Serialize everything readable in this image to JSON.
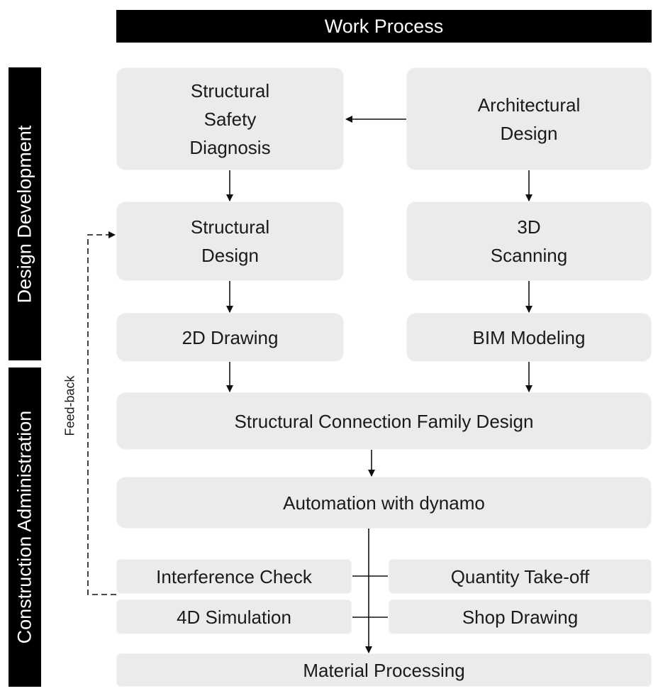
{
  "header": {
    "title": "Work Process"
  },
  "phases": {
    "design_development": "Design Development",
    "construction_administration": "Construction Administration"
  },
  "nodes": {
    "structural_safety_diagnosis": [
      "Structural",
      "Safety",
      "Diagnosis"
    ],
    "architectural_design": [
      "Architectural",
      "Design"
    ],
    "structural_design": [
      "Structural",
      "Design"
    ],
    "scanning_3d": [
      "3D",
      "Scanning"
    ],
    "drawing_2d": "2D Drawing",
    "bim_modeling": "BIM Modeling",
    "structural_connection_family_design": "Structural Connection Family Design",
    "automation_with_dynamo": "Automation with dynamo",
    "interference_check": "Interference Check",
    "quantity_take_off": "Quantity Take-off",
    "simulation_4d": "4D Simulation",
    "shop_drawing": "Shop Drawing",
    "material_processing": "Material Processing"
  },
  "feedback_label": "Feed-back"
}
